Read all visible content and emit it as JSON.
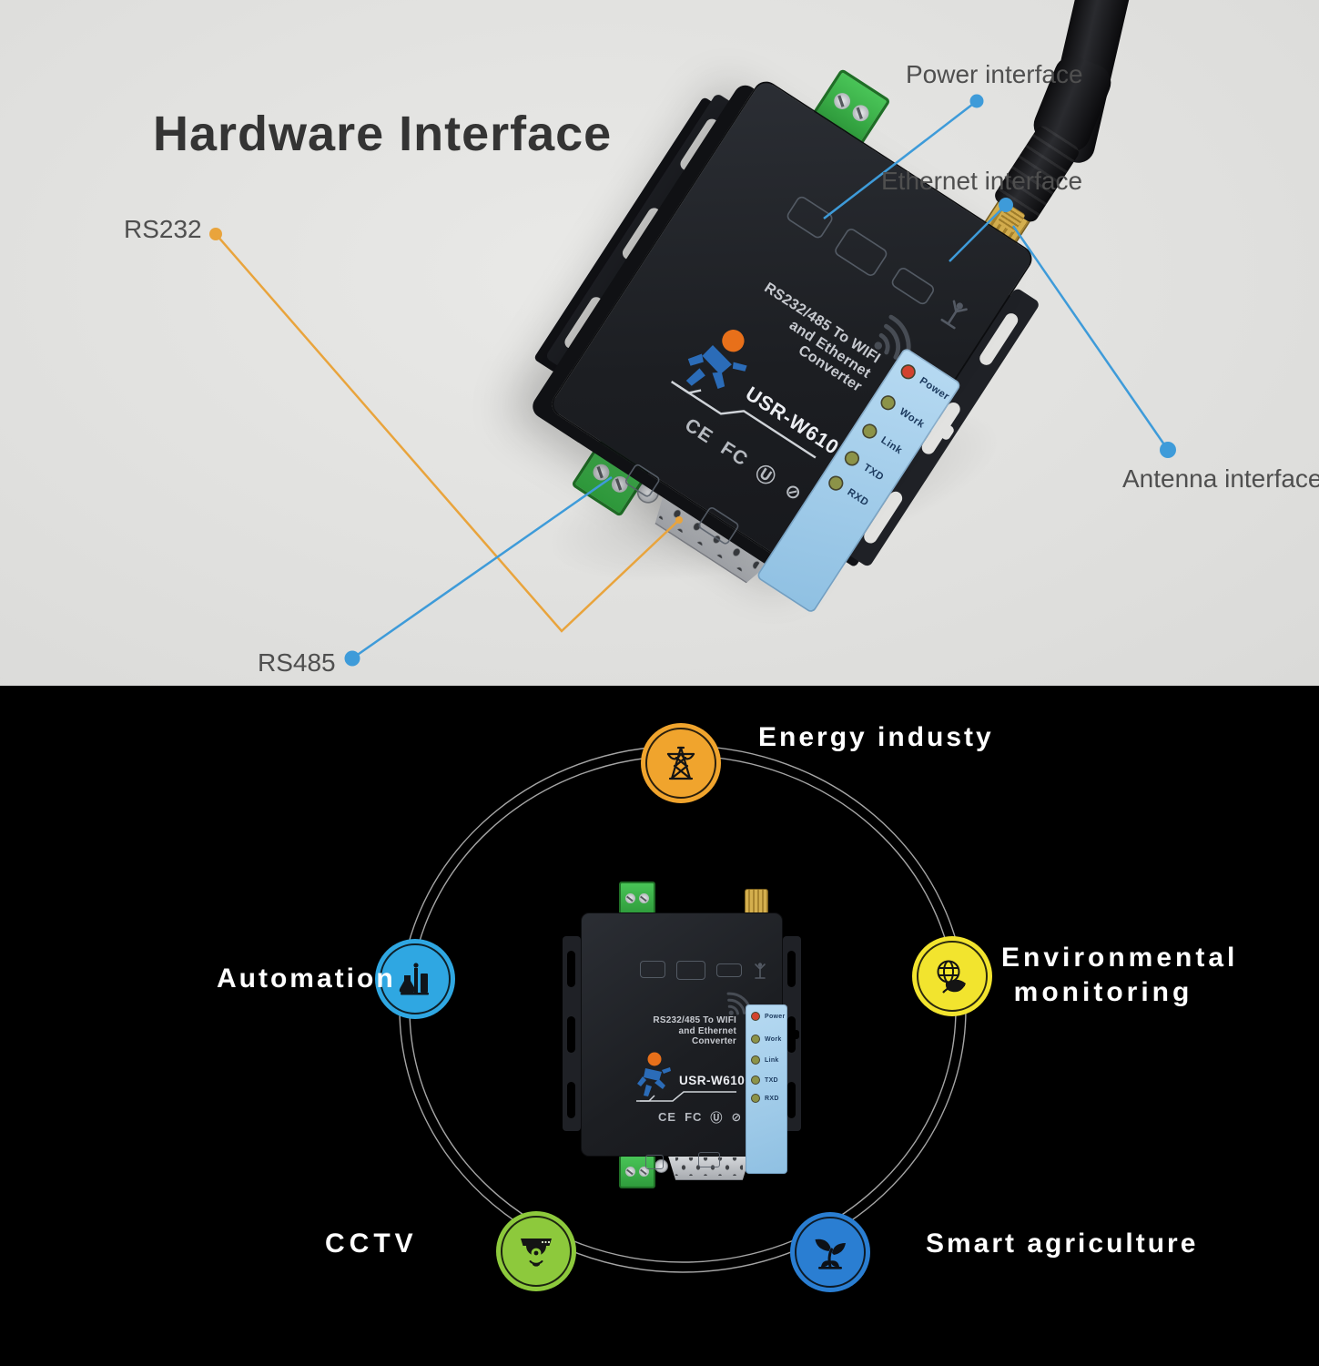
{
  "top_section": {
    "title": "Hardware Interface",
    "callouts": {
      "rs232": "RS232",
      "power": "Power interface",
      "ethernet": "Ethernet interface",
      "antenna": "Antenna interface",
      "rs485": "RS485"
    },
    "colors": {
      "background": "#e1e1df",
      "leader_blue": "#3e9bd9",
      "leader_orange": "#e9a43c"
    }
  },
  "device": {
    "title_lines": [
      "RS232/485 To WIFI",
      "and Ethernet",
      "Converter"
    ],
    "model": "USR-W610",
    "leds": [
      "Power",
      "Work",
      "Link",
      "TXD",
      "RXD"
    ],
    "led_colors": [
      "#d2422e",
      "#8c9348",
      "#8c9348",
      "#8c9348",
      "#8c9348"
    ],
    "certs": [
      "CE",
      "FC",
      "Ⓤ",
      "⊘"
    ],
    "logo_colors": {
      "head": "#e8701a",
      "body": "#2b6cb8"
    }
  },
  "bottom_section": {
    "background": "#000000",
    "ring_color": "#c2c2c2",
    "applications": [
      {
        "id": "energy",
        "label": "Energy industy",
        "icon": "power-tower-icon",
        "color": "#f0a42d"
      },
      {
        "id": "automation",
        "label": "Automation",
        "icon": "factory-icon",
        "color": "#2fa7e2"
      },
      {
        "id": "environment",
        "label": "Environmental",
        "label2": "monitoring",
        "icon": "globe-leaf-icon",
        "color": "#f2e42e"
      },
      {
        "id": "cctv",
        "label": "CCTV",
        "icon": "dome-camera-icon",
        "color": "#8dc93c"
      },
      {
        "id": "agriculture",
        "label": "Smart agriculture",
        "icon": "sprout-icon",
        "color": "#2a7ed2"
      }
    ]
  }
}
